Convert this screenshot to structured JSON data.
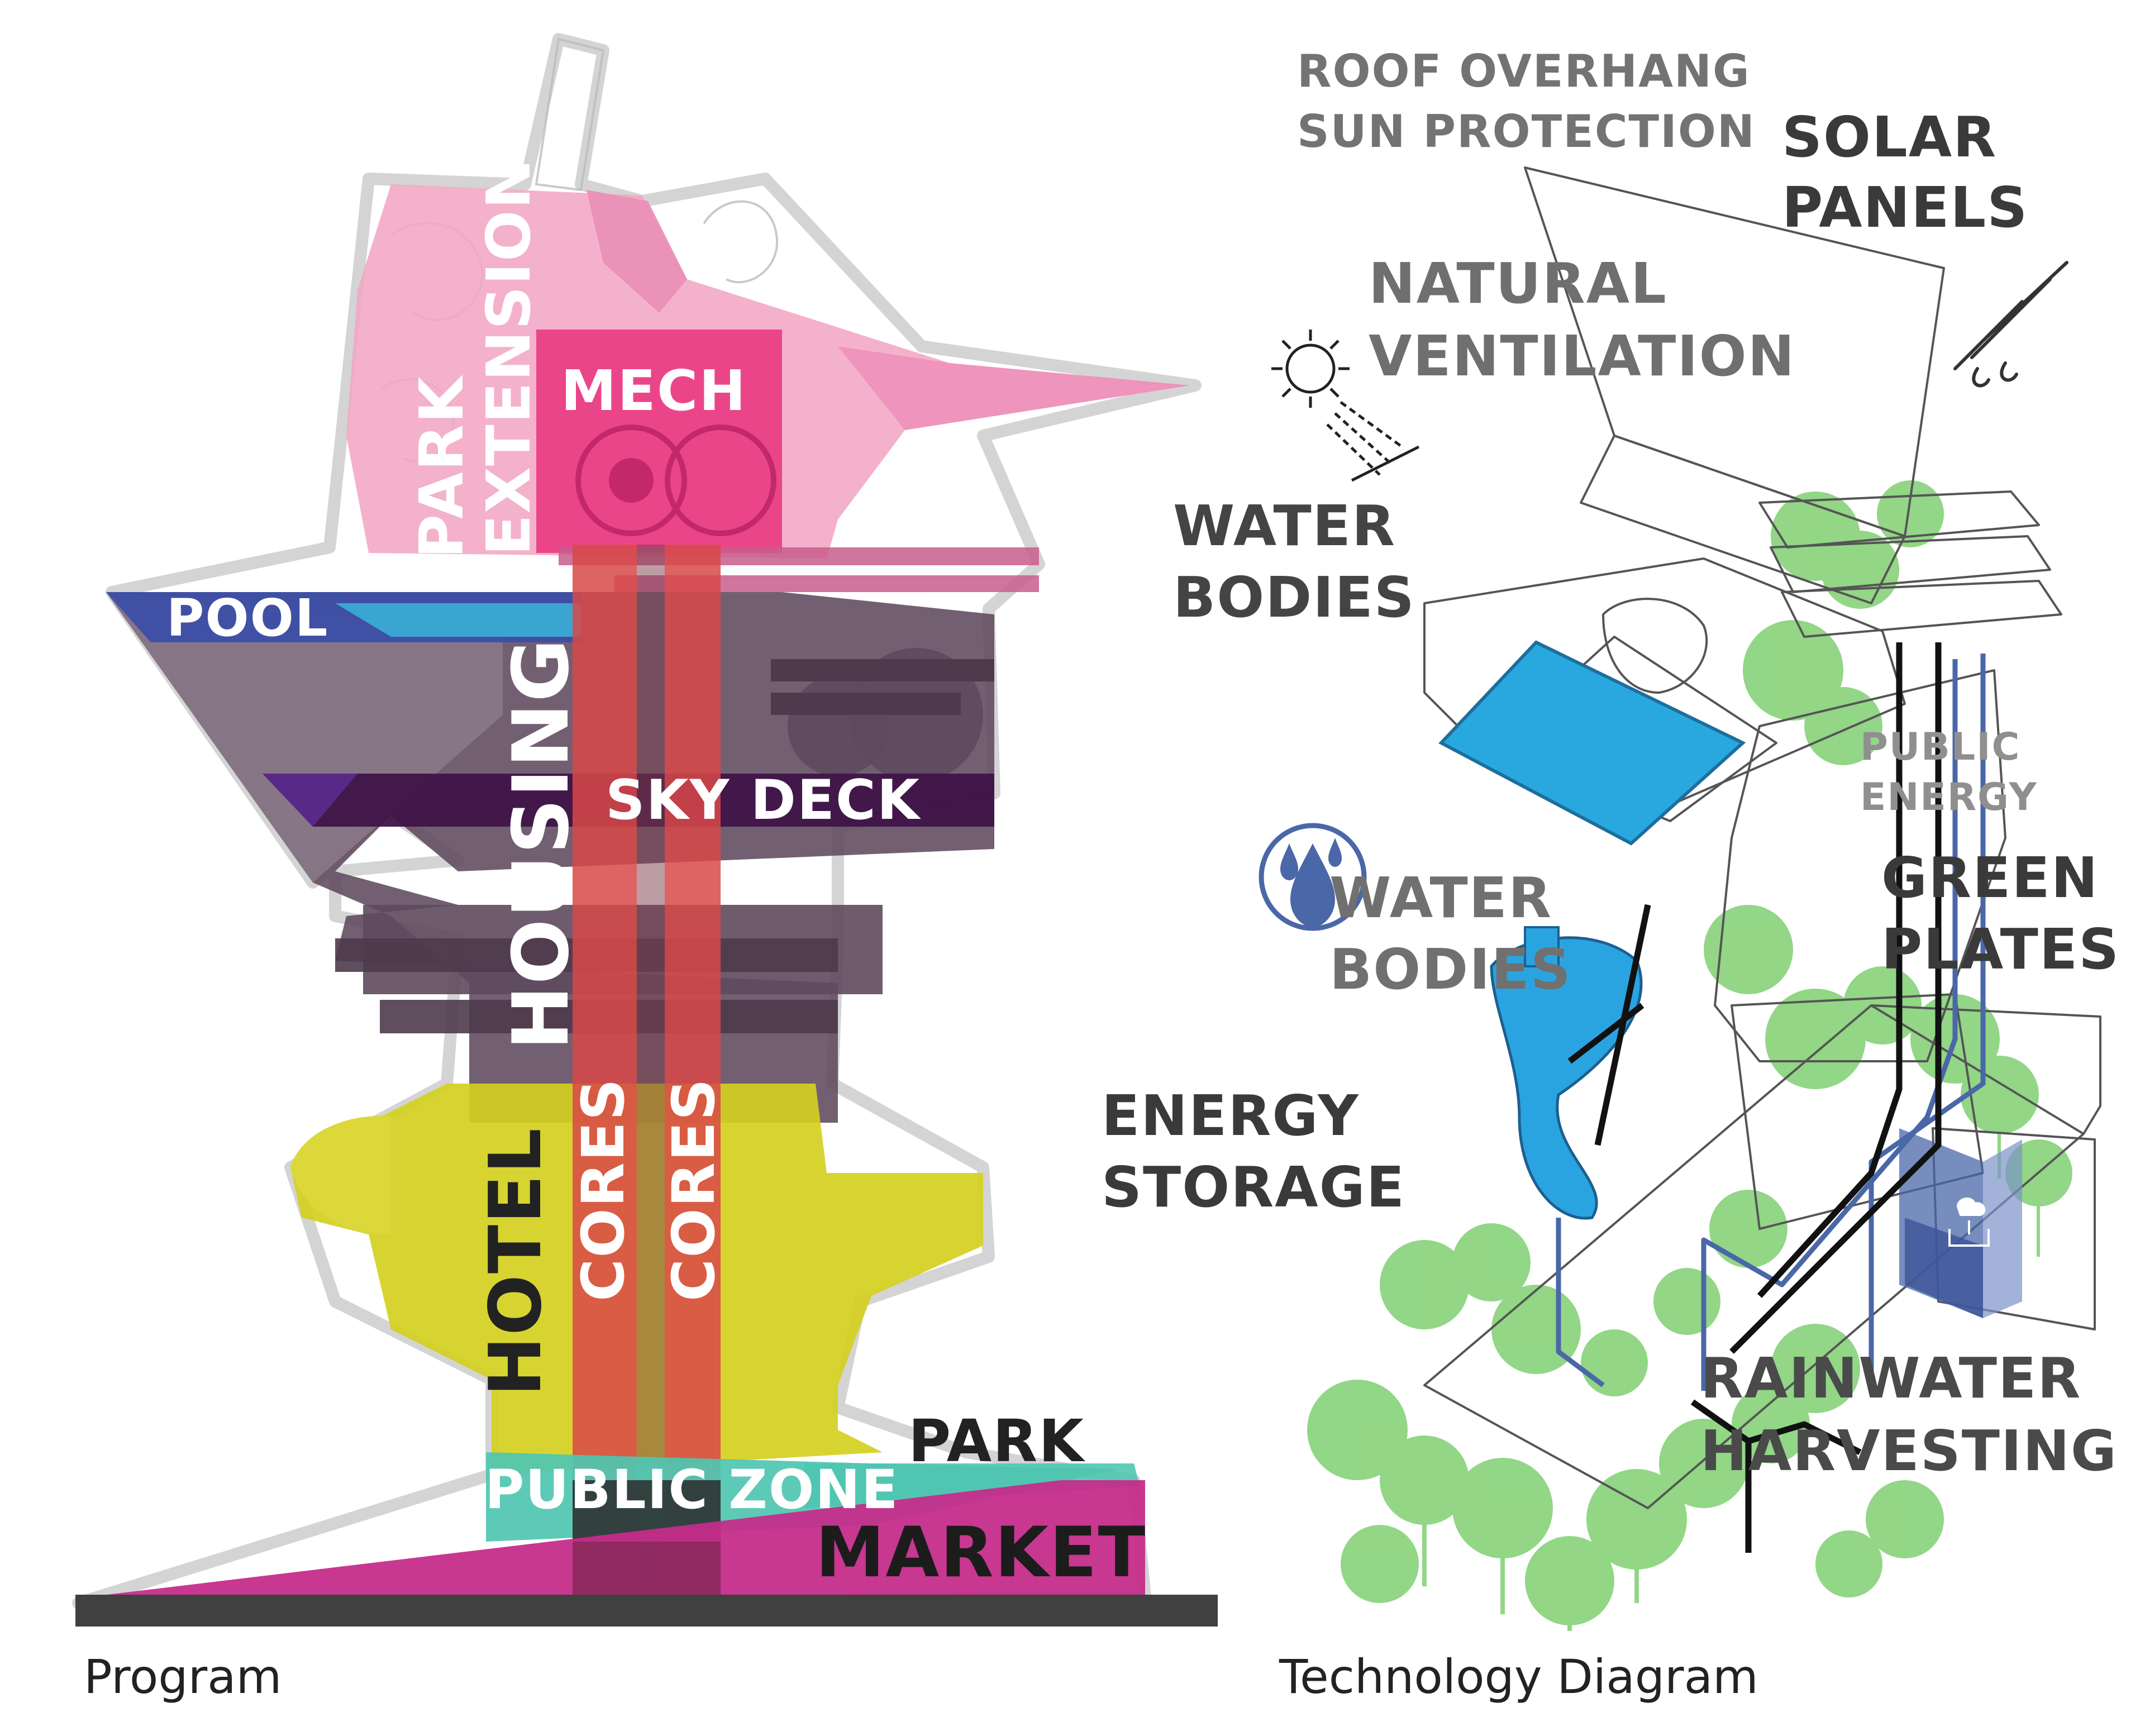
{
  "program": {
    "caption": "Program",
    "labels": {
      "park_extension_1": "PARK",
      "park_extension_2": "EXTENSION",
      "mech": "MECH",
      "pool": "POOL",
      "housing": "HOUSING",
      "sky_deck": "SKY DECK",
      "hotel": "HOTEL",
      "cores_1": "CORES",
      "cores_2": "CORES",
      "park": "PARK",
      "public_zone": "PUBLIC ZONE",
      "market": "MARKET"
    },
    "colors": {
      "park_extension": "#f2a6c4",
      "mech": "#ea3f86",
      "pool": "#3b4ea8",
      "housing": "#5e4a5e",
      "sky_deck": "#3f1448",
      "hotel": "#d4d01f",
      "cores": "#d84848",
      "public_zone": "#4fc6b1",
      "market": "#c52c8a",
      "ground": "#404040"
    }
  },
  "technology": {
    "caption": "Technology Diagram",
    "labels": {
      "roof_overhang_1": "ROOF OVERHANG",
      "roof_overhang_2": "SUN PROTECTION",
      "solar_panels_1": "SOLAR",
      "solar_panels_2": "PANELS",
      "natural_ventilation_1": "NATURAL",
      "natural_ventilation_2": "VENTILATION",
      "water_bodies_top_1": "WATER",
      "water_bodies_top_2": "BODIES",
      "public_energy_1": "PUBLIC",
      "public_energy_2": "ENERGY",
      "water_bodies_mid_1": "WATER",
      "water_bodies_mid_2": "BODIES",
      "green_plates_1": "GREEN",
      "green_plates_2": "PLATES",
      "energy_storage_1": "ENERGY",
      "energy_storage_2": "STORAGE",
      "rainwater_1": "RAINWATER",
      "rainwater_2": "HARVESTING"
    },
    "icons": [
      "sun-icon",
      "wind-icon",
      "water-drops-icon",
      "rain-collector-icon"
    ],
    "colors": {
      "water": "#29a8df",
      "greenery": "#7fcf72",
      "pipes_blue": "#4a67a8",
      "pipes_black": "#111111",
      "outline": "#555555"
    }
  }
}
